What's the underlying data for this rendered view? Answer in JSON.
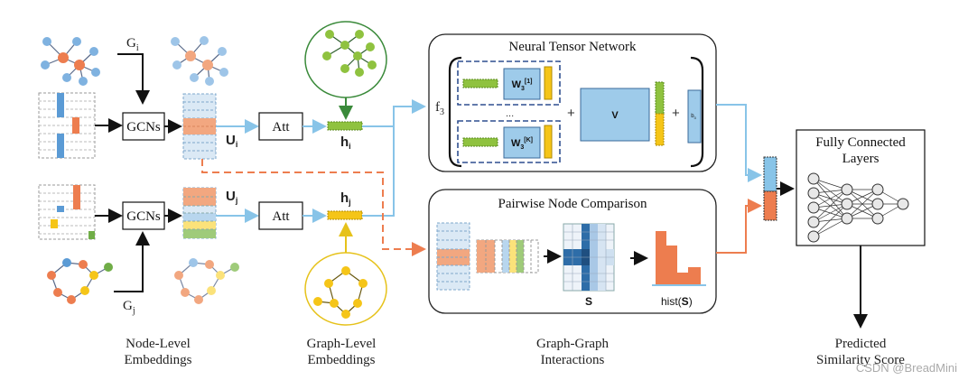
{
  "inputs": {
    "graph_i_label": "G",
    "graph_i_sub": "i",
    "graph_j_label": "G",
    "graph_j_sub": "j"
  },
  "blocks": {
    "gcn_top": "GCNs",
    "gcn_bottom": "GCNs",
    "att_top": "Att",
    "att_bottom": "Att"
  },
  "embeddings": {
    "u_i": "U",
    "u_i_sub": "i",
    "u_j": "U",
    "u_j_sub": "j",
    "h_i": "h",
    "h_i_sub": "i",
    "h_j": "h",
    "h_j_sub": "j"
  },
  "ntn": {
    "title": "Neural Tensor Network",
    "f3": "f",
    "f3_sub": "3",
    "w_first": "W",
    "w_first_sub": "3",
    "w_first_sup": "[1]",
    "w_last": "W",
    "w_last_sub": "3",
    "w_last_sup": "[K]",
    "ellipsis": "...",
    "v": "V",
    "bias": "b",
    "bias_sub": "3",
    "plus": "+"
  },
  "pnc": {
    "title": "Pairwise Node Comparison",
    "s_label": "S",
    "hist_label": "hist(",
    "hist_s": "S",
    "hist_close": ")"
  },
  "fc": {
    "title_line1": "Fully Connected",
    "title_line2": "Layers"
  },
  "captions": {
    "node_level_1": "Node-Level",
    "node_level_2": "Embeddings",
    "graph_level_1": "Graph-Level",
    "graph_level_2": "Embeddings",
    "graph_graph_1": "Graph-Graph",
    "graph_graph_2": "Interactions",
    "predicted_1": "Predicted",
    "predicted_2": "Similarity Score"
  },
  "watermark": "CSDN @BreadMini",
  "colors": {
    "orange": "#ed7d4f",
    "blue": "#5b9bd5",
    "light_blue": "#b8d6ee",
    "sky": "#88c4e8",
    "green": "#70ad47",
    "lime": "#8fc23f",
    "yellow": "#f5c518",
    "dark_blue": "#2e6da8",
    "navy_dash": "#2f4f8f"
  }
}
